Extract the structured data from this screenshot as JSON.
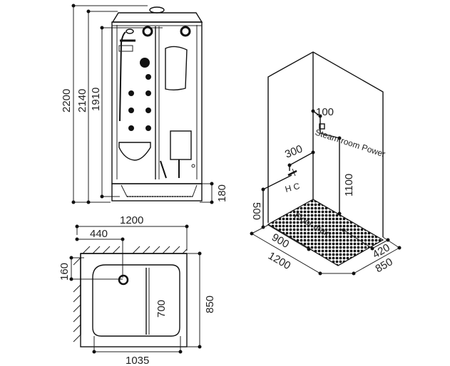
{
  "front_view": {
    "dims": {
      "total_height": "2200",
      "cabin_height": "2140",
      "inner_height": "1910",
      "tray_height": "180"
    }
  },
  "plan_view": {
    "dims": {
      "width": "1200",
      "drain_offset_x": "440",
      "drain_offset_y": "160",
      "inner_depth": "700",
      "depth": "850",
      "inner_width": "1035"
    }
  },
  "iso_view": {
    "dims": {
      "power_offset": "100",
      "valve_offset": "300",
      "power_height": "1100",
      "valve_height": "500",
      "drain_x": "900",
      "width": "1200",
      "drain_y": "420",
      "depth": "850"
    },
    "labels": {
      "power": "Steam room Power",
      "hot_cold": "H C",
      "floor_drain": "Floor drain"
    }
  }
}
